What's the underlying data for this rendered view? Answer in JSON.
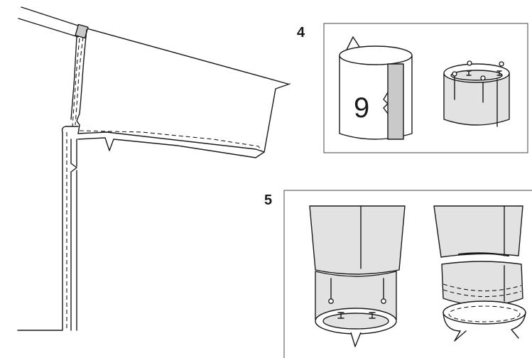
{
  "steps": {
    "four": {
      "label": "4"
    },
    "five": {
      "label": "5"
    }
  },
  "cuff": {
    "number": "9"
  },
  "colors": {
    "fabric": "#e2e2e2",
    "fabric_dark": "#c9c9c9",
    "line": "#1a1a1a"
  }
}
